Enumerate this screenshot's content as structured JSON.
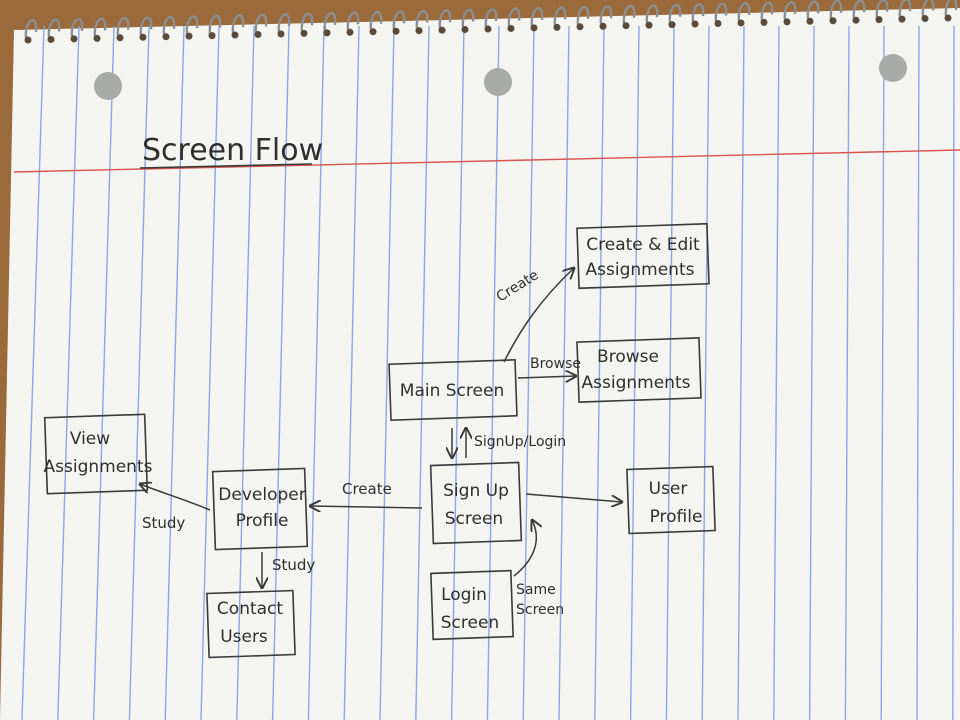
{
  "page": {
    "title": "Screen Flow"
  },
  "nodes": {
    "create_edit": [
      "Create & Edit",
      "Assignments"
    ],
    "main": "Main Screen",
    "browse": [
      "Browse",
      "Assignments"
    ],
    "view": [
      "View",
      "Assignments"
    ],
    "dev_profile": [
      "Developer",
      "Profile"
    ],
    "signup": [
      "Sign Up",
      "Screen"
    ],
    "user_profile": [
      "User",
      "Profile"
    ],
    "contact": [
      "Contact",
      "Users"
    ],
    "login": [
      "Login",
      "Screen"
    ]
  },
  "edges": {
    "create_top": "Create",
    "browse": "Browse",
    "signup_login": "SignUp/Login",
    "create_dev": "Create",
    "study_view": "Study",
    "study_contact": "Study",
    "same_screen": [
      "Same",
      "Screen"
    ]
  },
  "colors": {
    "paper": "#f4f4f1",
    "rule_blue": "#8aa7e6",
    "margin_red": "#d9534f",
    "ink": "#3a3a3a",
    "desk": "#9a6a3a"
  }
}
